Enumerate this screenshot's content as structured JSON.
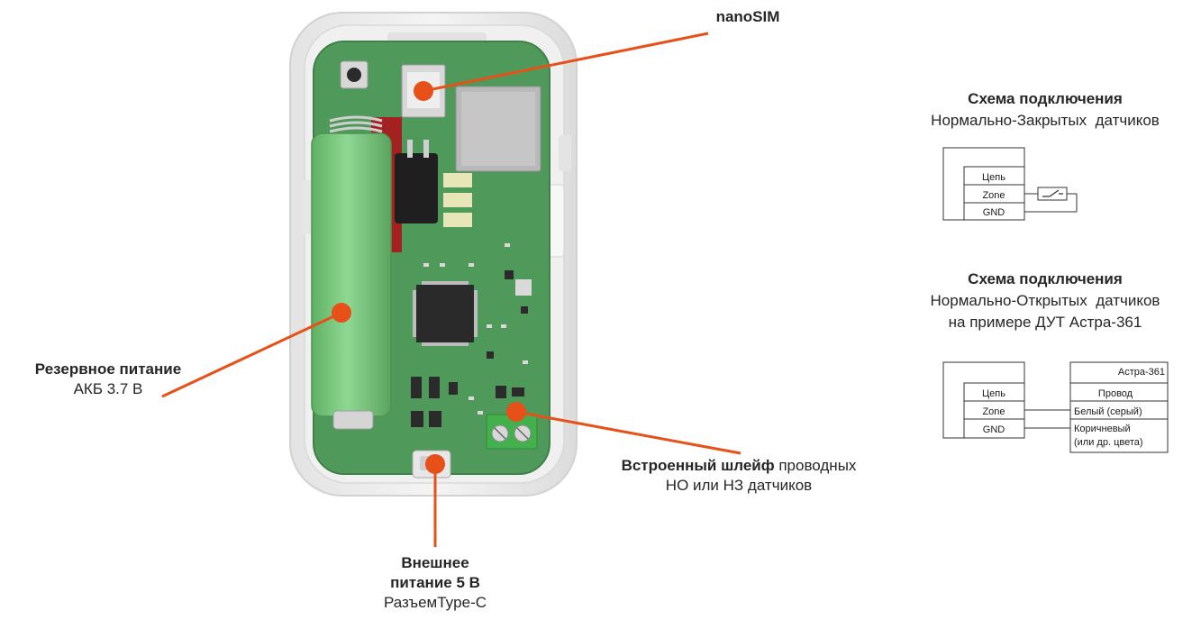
{
  "callouts": {
    "sim": {
      "title": "nanoSIM"
    },
    "battery": {
      "title": "Резервное питание",
      "subtitle": "АКБ 3.7 В"
    },
    "loop": {
      "title": "Встроенный шлейф",
      "title_rest": " проводных",
      "subtitle": "НО или НЗ датчиков"
    },
    "power": {
      "title_line1": "Внешнее",
      "title_line2": "питание 5 В",
      "subtitle": "РазъемType-C"
    }
  },
  "schema_nc": {
    "title": "Схема подключения",
    "subtitle": "Нормально-Закрытых  датчиков",
    "pins": [
      "Цепь",
      "Zone",
      "GND"
    ]
  },
  "schema_no": {
    "title": "Схема подключения",
    "subtitle": "Нормально-Открытых  датчиков",
    "subtitle2": "на примере ДУТ Астра-361",
    "pins": [
      "Цепь",
      "Zone",
      "GND"
    ],
    "device": {
      "name": "Астра-361",
      "header": "Провод",
      "wire1": "Белый (серый)",
      "wire2_line1": "Коричневый",
      "wire2_line2": "(или др. цвета)"
    }
  },
  "colors": {
    "accent": "#e8501a",
    "board": "#4f9a5b",
    "case": "#e9e9e9",
    "battery": "#7bc77f"
  }
}
